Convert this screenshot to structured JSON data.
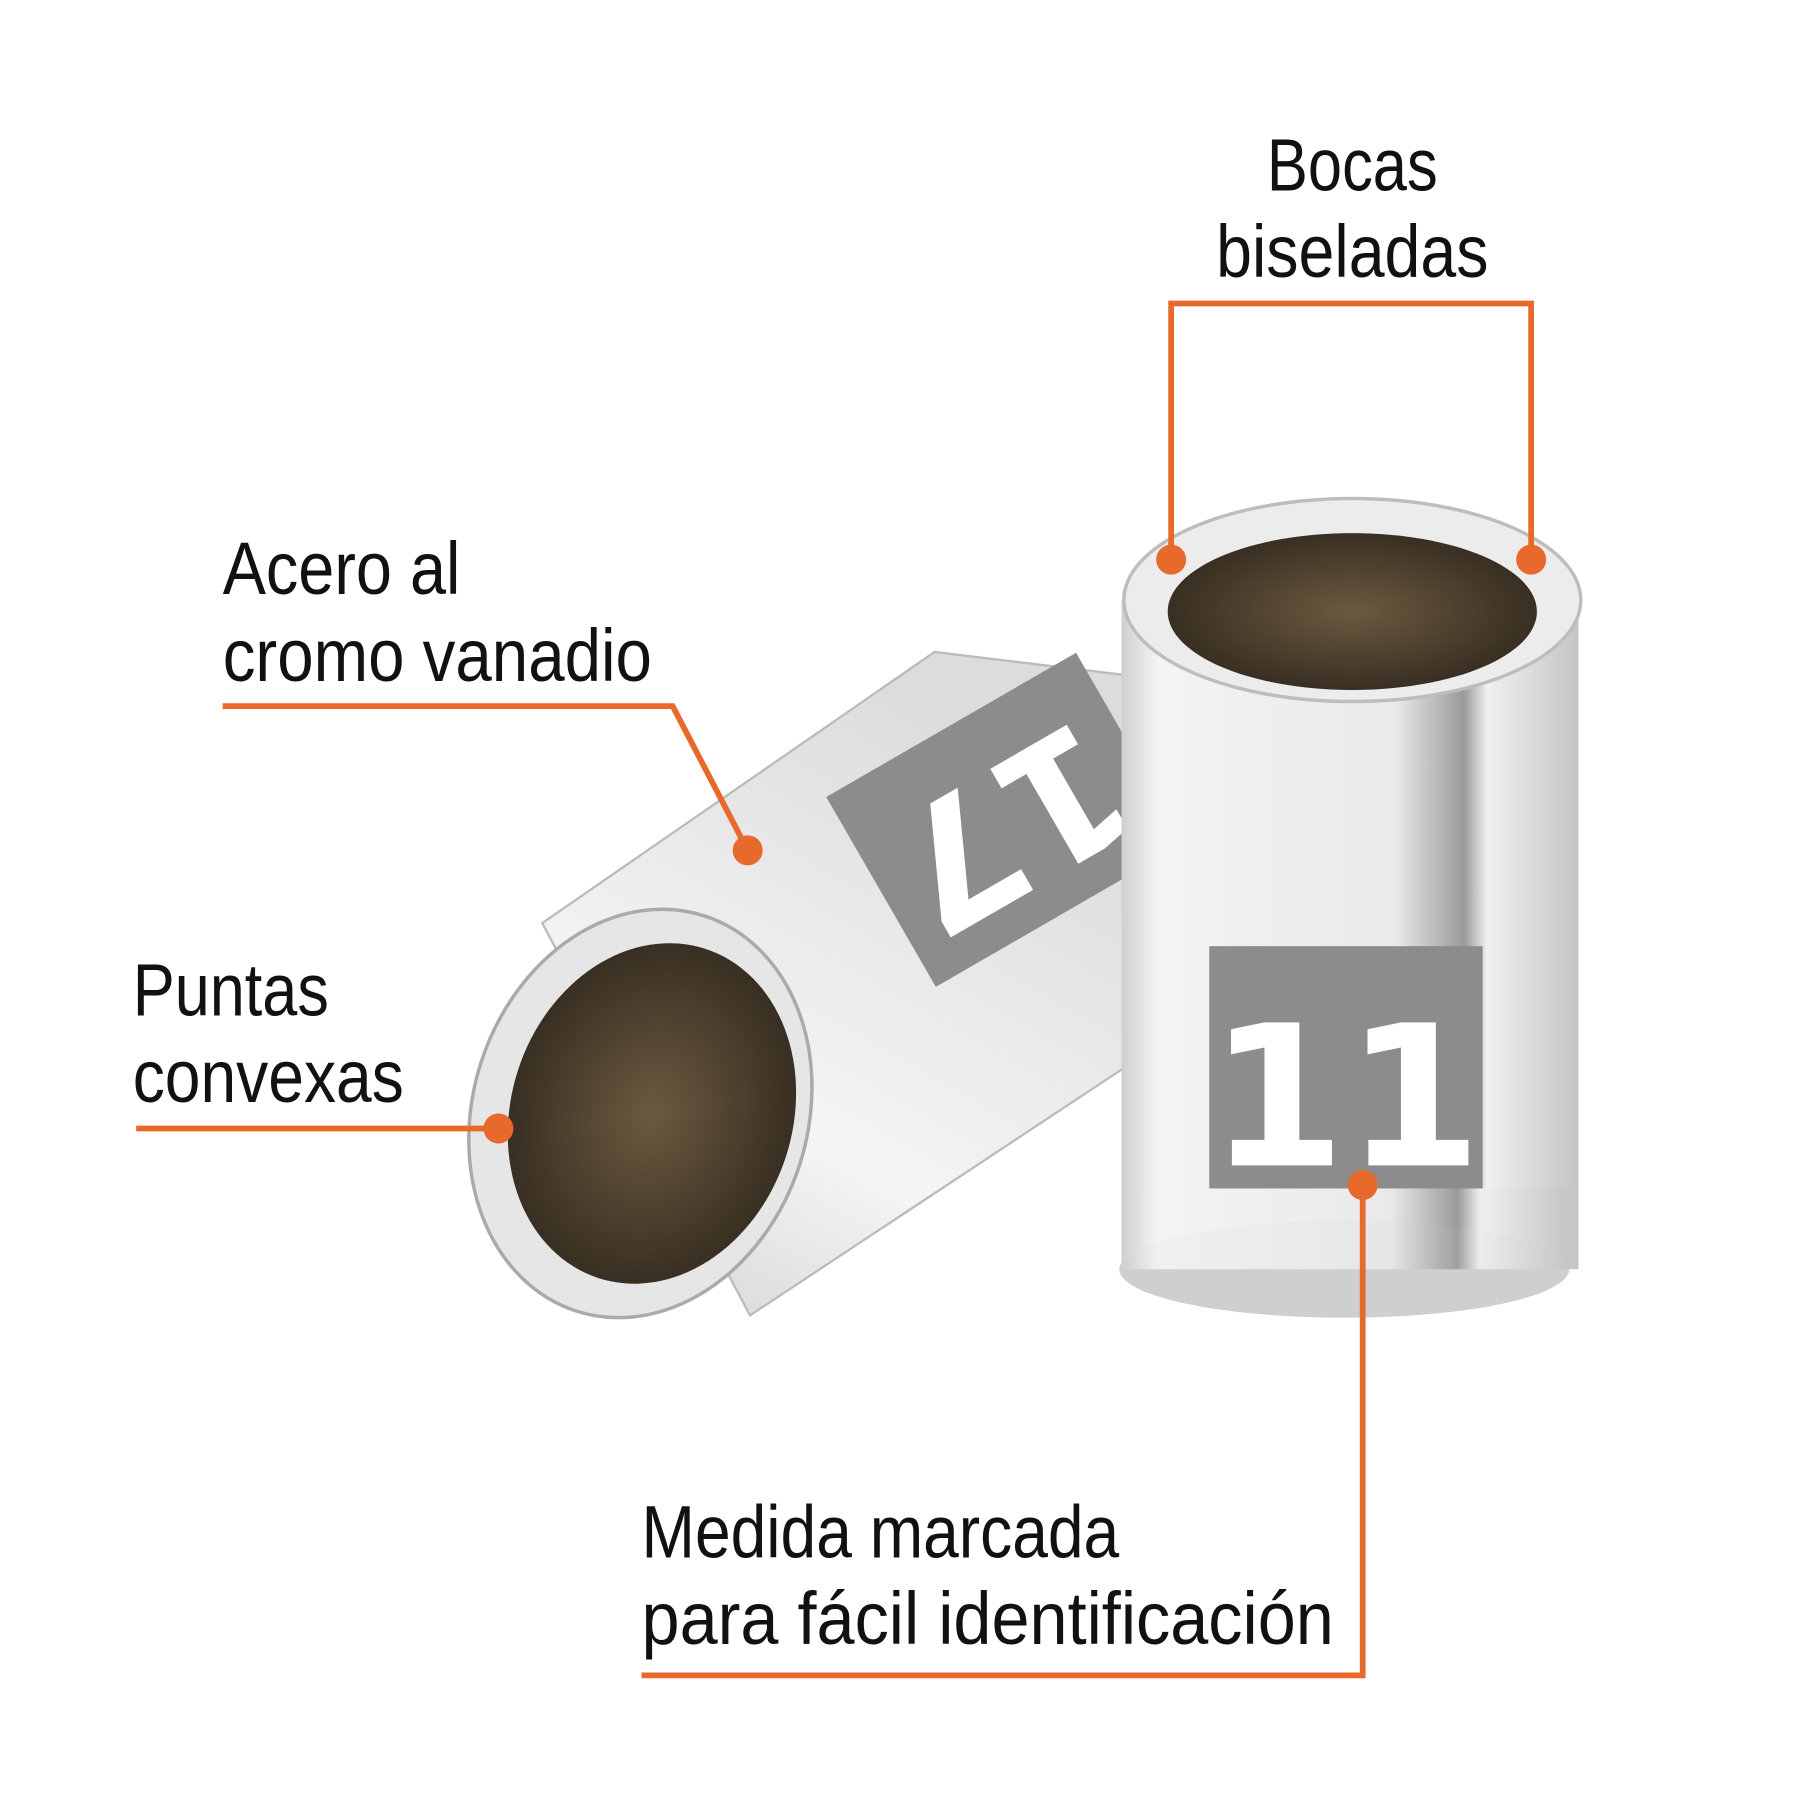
{
  "callouts": {
    "bevelled_mouths": {
      "line1": "Bocas",
      "line2": "biseladas"
    },
    "material": {
      "line1": "Acero al",
      "line2": "cromo vanadio"
    },
    "tips": {
      "line1": "Puntas",
      "line2": "convexas"
    },
    "size_mark": {
      "line1": "Medida marcada",
      "line2": "para fácil identificación"
    }
  },
  "sockets": {
    "left_size": "17",
    "right_size": "11"
  },
  "colors": {
    "accent": "#e8692c",
    "label_bg": "#8c8c8c",
    "socket_interior": "#4a3d2c"
  }
}
